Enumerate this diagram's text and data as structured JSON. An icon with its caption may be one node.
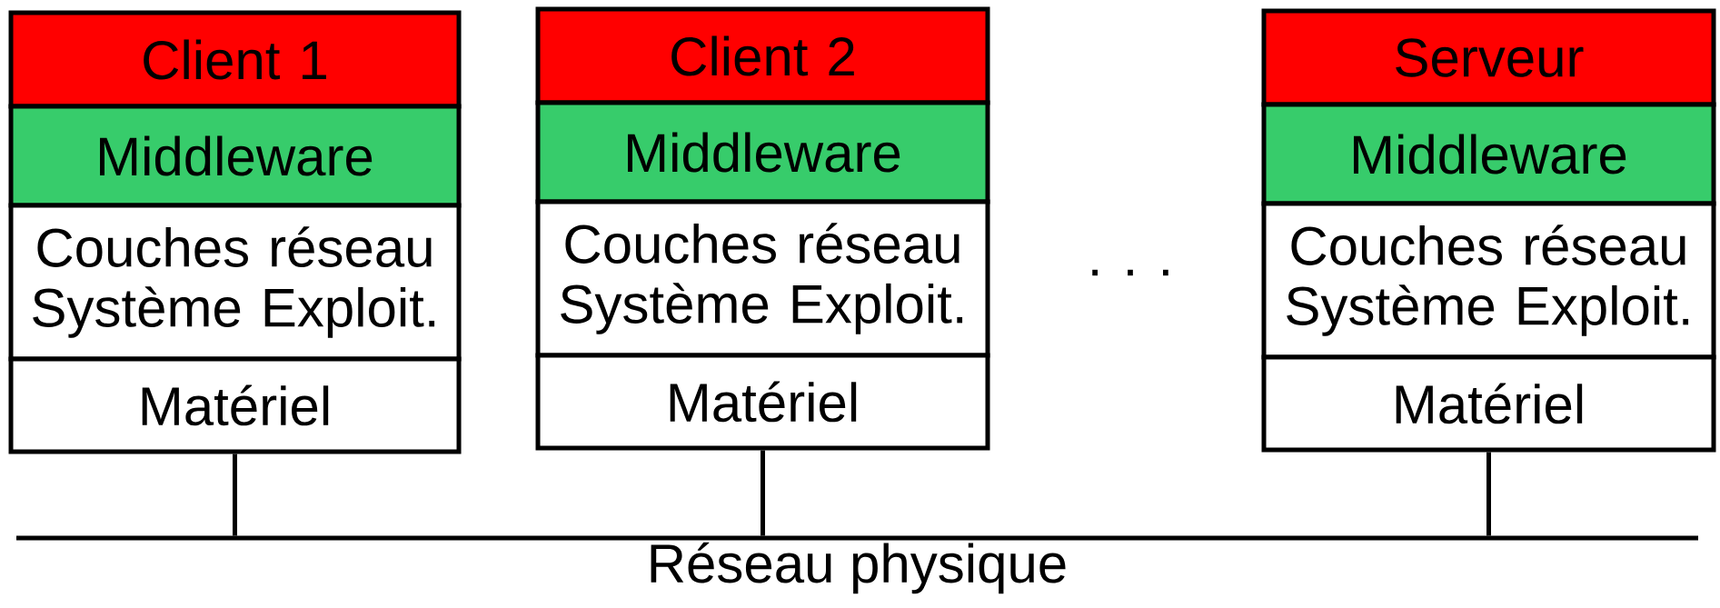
{
  "diagram": {
    "nodes": [
      {
        "text": [
          "Client 1"
        ]
      },
      {
        "text": [
          "Middleware"
        ]
      },
      {
        "text": [
          "Couches réseau Système Exploit."
        ]
      },
      {
        "text": [
          "Matériel"
        ]
      },
      {
        "text": [
          "Client 2"
        ]
      },
      {
        "text": [
          "Middleware"
        ]
      },
      {
        "text": [
          "Couches réseau Système Exploit."
        ]
      },
      {
        "text": [
          "Matériel"
        ]
      },
      {
        "text": [
          "Serveur"
        ]
      },
      {
        "text": [
          "Middleware"
        ]
      },
      {
        "text": [
          "Couches réseau Système Exploit."
        ]
      },
      {
        "text": [
          "Matériel"
        ]
      },
      {
        "text": [
          "Réseau physique"
        ]
      }
    ],
    "edges": [
      {
        "from": 3,
        "to": 12,
        "arrow": "none"
      },
      {
        "from": 7,
        "to": 12,
        "arrow": "none"
      },
      {
        "from": 11,
        "to": 12,
        "arrow": "none"
      }
    ],
    "labels": [
      ". . ."
    ]
  }
}
